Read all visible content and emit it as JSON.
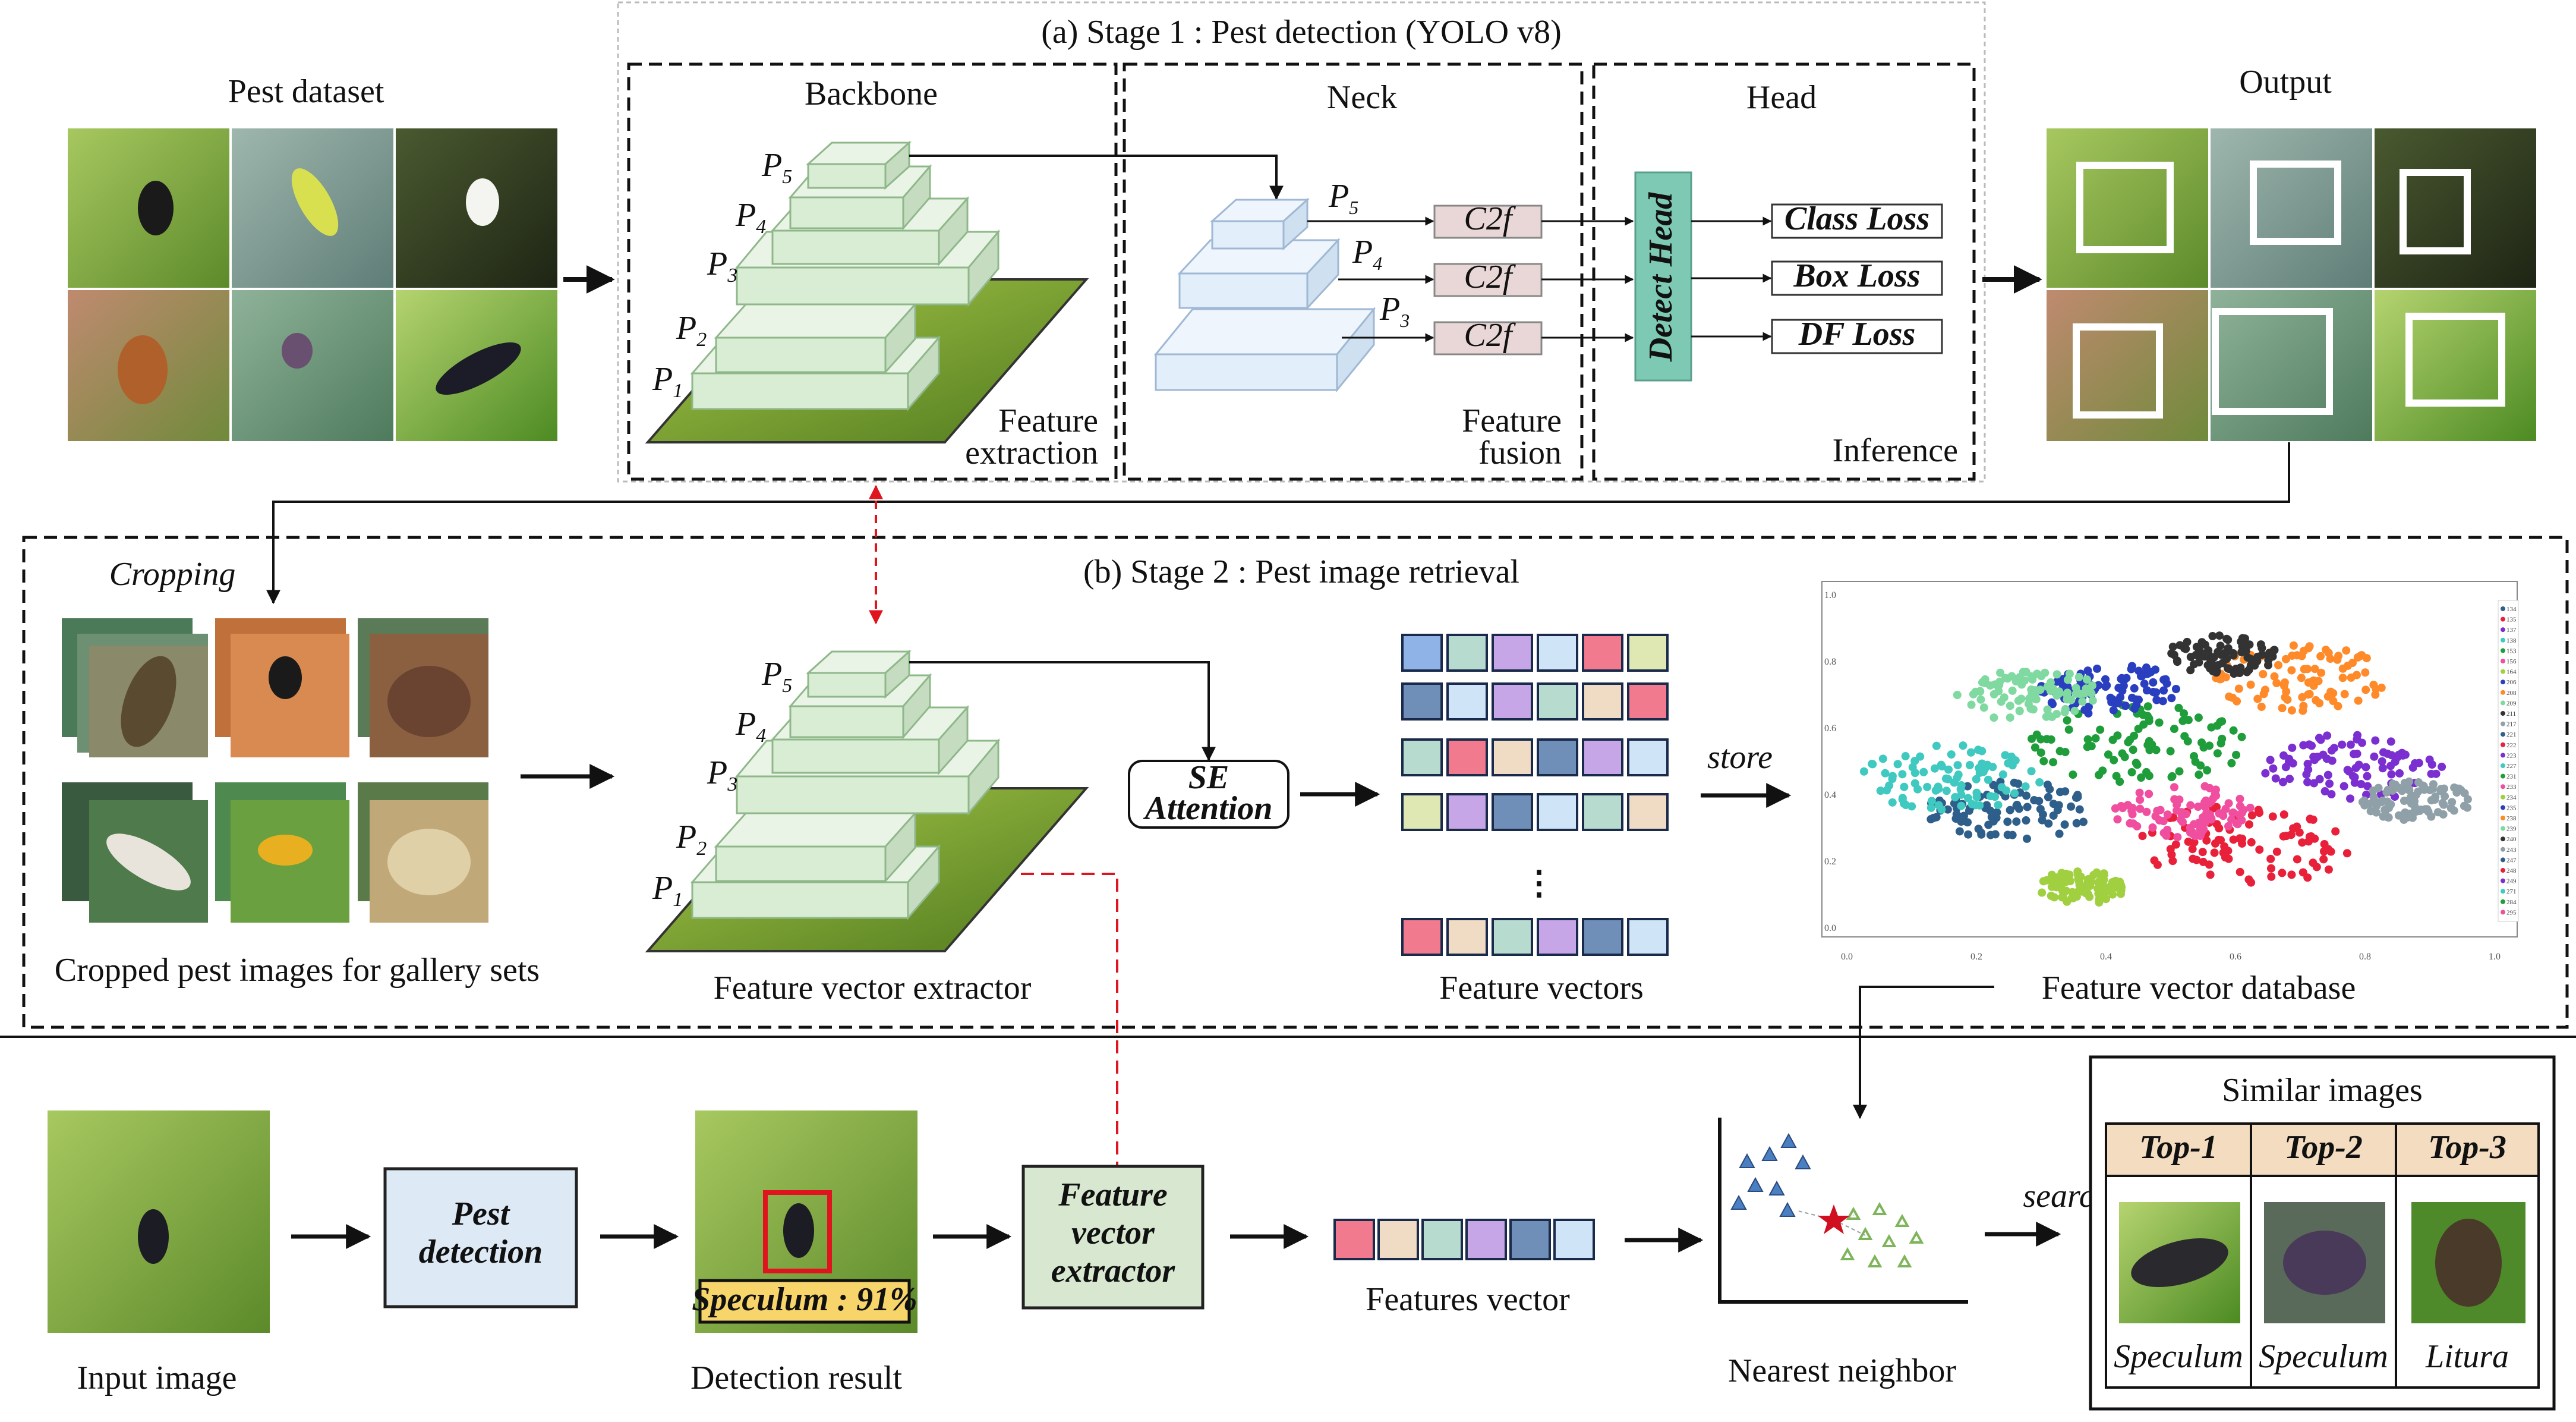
{
  "stage1": {
    "title": "(a) Stage 1 : Pest detection (YOLO v8)",
    "dataset_label": "Pest dataset",
    "output_label": "Output",
    "backbone": {
      "title": "Backbone",
      "caption_line1": "Feature",
      "caption_line2": "extraction",
      "levels": [
        "1",
        "2",
        "3",
        "4",
        "5"
      ]
    },
    "neck": {
      "title": "Neck",
      "caption_line1": "Feature",
      "caption_line2": "fusion",
      "levels": [
        "5",
        "4",
        "3"
      ],
      "block_label": "C2f"
    },
    "head": {
      "title": "Head",
      "caption": "Inference",
      "detect_label": "Detect Head",
      "losses": [
        "Class Loss",
        "Box Loss",
        "DF Loss"
      ]
    }
  },
  "stage2": {
    "title": "(b) Stage 2 : Pest image retrieval",
    "cropping_label": "Cropping",
    "cropped_caption": "Cropped pest images for gallery sets",
    "extractor_caption": "Feature vector extractor",
    "se_label_line1": "SE",
    "se_label_line2": "Attention",
    "vectors_caption": "Feature vectors",
    "ellipsis": "⋮",
    "store_label": "store",
    "database_caption": "Feature vector database",
    "scatter_axis": {
      "x_ticks": [
        "0.0",
        "0.2",
        "0.4",
        "0.6",
        "0.8",
        "1.0"
      ],
      "y_ticks": [
        "0.0",
        "0.2",
        "0.4",
        "0.6",
        "0.8",
        "1.0"
      ]
    },
    "legend": [
      "134",
      "135",
      "137",
      "138",
      "153",
      "156",
      "164",
      "206",
      "208",
      "209",
      "211",
      "217",
      "221",
      "222",
      "223",
      "227",
      "231",
      "233",
      "234",
      "235",
      "238",
      "239",
      "240",
      "243",
      "247",
      "248",
      "249",
      "271",
      "284",
      "295"
    ]
  },
  "inference": {
    "input_caption": "Input image",
    "pest_detection_line1": "Pest",
    "pest_detection_line2": "detection",
    "detection_caption": "Detection result",
    "detection_badge": "Speculum : 91%",
    "extractor_line1": "Feature",
    "extractor_line2": "vector",
    "extractor_line3": "extractor",
    "features_caption": "Features vector",
    "nn_caption": "Nearest neighbor",
    "search_label": "search",
    "similar_title": "Similar images",
    "similar": [
      {
        "rank": "Top-1",
        "name": "Speculum"
      },
      {
        "rank": "Top-2",
        "name": "Speculum"
      },
      {
        "rank": "Top-3",
        "name": "Litura"
      }
    ]
  },
  "colors": {
    "feature_row1": [
      "#8fb3e6",
      "#b7dccf",
      "#c6a6e6",
      "#cfe4f6",
      "#f27a8f",
      "#dfe8b2"
    ],
    "feature_row2": [
      "#6f8fb8",
      "#cfe4f6",
      "#c6a6e6",
      "#b7dccf",
      "#f0dcc4",
      "#f27a8f"
    ],
    "feature_row3": [
      "#b7dccf",
      "#f27a8f",
      "#f0dcc4",
      "#6f8fb8",
      "#c6a6e6",
      "#cfe4f6"
    ],
    "feature_row4": [
      "#dfe8b2",
      "#c6a6e6",
      "#6f8fb8",
      "#cfe4f6",
      "#b7dccf",
      "#f0dcc4"
    ],
    "feature_row5": [
      "#f27a8f",
      "#f0dcc4",
      "#b7dccf",
      "#c6a6e6",
      "#6f8fb8",
      "#cfe4f6"
    ],
    "query_vector": [
      "#f27a8f",
      "#f0dcc4",
      "#b7dccf",
      "#c6a6e6",
      "#6f8fb8",
      "#cfe4f6"
    ],
    "detect_head": "#7dc9b3",
    "c2f": "#e9d6d6",
    "pest_detection_box": "#dde9f5",
    "extractor_box": "#d8e8d0",
    "badge": "#f7d56a",
    "detection_frame": "#e0141e",
    "pyramid_fill": "#d9ecd4",
    "neck_fill": "#e2eef9",
    "similar_header": "#f3dcc0",
    "red_dashed": "#e0141e",
    "neighbor_blue": "#4a7fc1",
    "neighbor_green": "#7fb55a",
    "star": "#d01020"
  },
  "scatter_clusters": [
    {
      "color": "#2e5e8a"
    },
    {
      "color": "#e8203a"
    },
    {
      "color": "#7b2fd0"
    },
    {
      "color": "#3fc9c0"
    },
    {
      "color": "#1f9d3a"
    },
    {
      "color": "#f04fa0"
    },
    {
      "color": "#a0d040"
    },
    {
      "color": "#2a3fbf"
    },
    {
      "color": "#ff8a2a"
    },
    {
      "color": "#7fd9a0"
    },
    {
      "color": "#333333"
    },
    {
      "color": "#90a0a8"
    }
  ]
}
